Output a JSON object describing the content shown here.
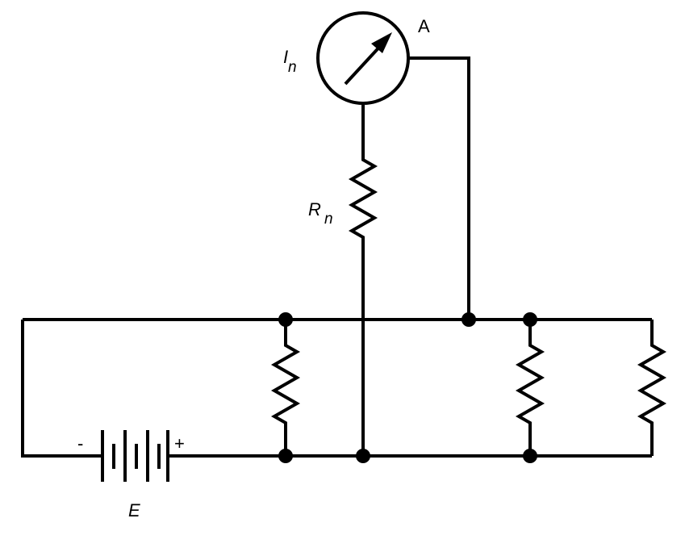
{
  "diagram": {
    "labels": {
      "ammeter": "A",
      "current_symbol": "I",
      "current_subscript": "n",
      "resistor_symbol": "R",
      "resistor_subscript": "n",
      "battery_negative": "-",
      "battery_positive": "+",
      "battery_symbol": "E"
    },
    "components": {
      "ammeter": "ammeter",
      "meter_resistor": "resistor",
      "load_resistors": [
        "resistor",
        "resistor",
        "resistor"
      ],
      "battery": "battery",
      "junction_count": 6
    },
    "colors": {
      "stroke": "#000000",
      "background": "#ffffff"
    }
  }
}
